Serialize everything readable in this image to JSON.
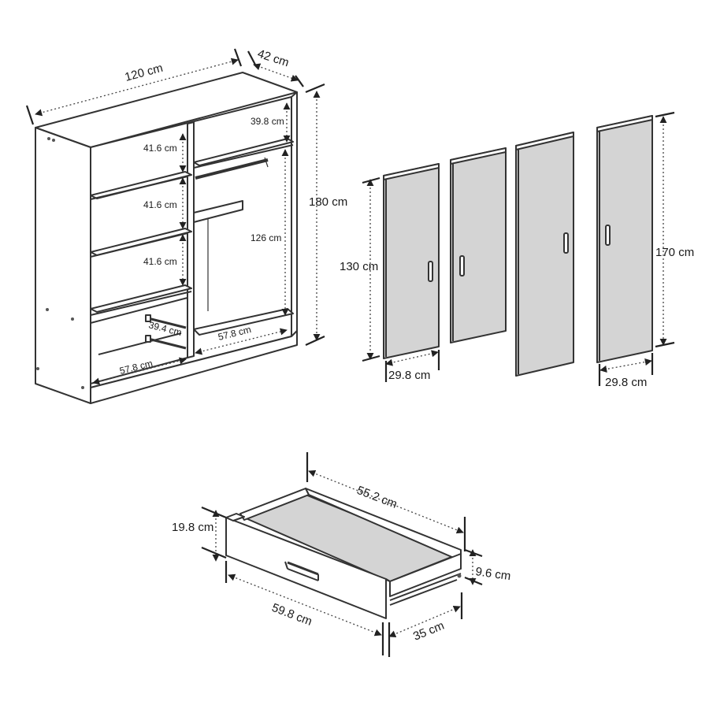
{
  "wardrobe": {
    "width": "120 cm",
    "depth": "42 cm",
    "height": "180 cm",
    "top_shelf_height": "39.8 cm",
    "shelf_gap_1": "41.6 cm",
    "shelf_gap_2": "41.6 cm",
    "shelf_gap_3": "41.6 cm",
    "hanging_height": "126 cm",
    "drawer_side": "39.4 cm",
    "inner_width_left": "57.8 cm",
    "inner_width_right": "57.8 cm"
  },
  "doors": {
    "short_height": "130 cm",
    "short_width": "29.8 cm",
    "tall_height": "170 cm",
    "tall_width": "29.8 cm"
  },
  "drawer": {
    "inner_length": "55.2 cm",
    "front_height": "19.8 cm",
    "front_width": "59.8 cm",
    "side_height": "9.6 cm",
    "depth": "35 cm"
  }
}
